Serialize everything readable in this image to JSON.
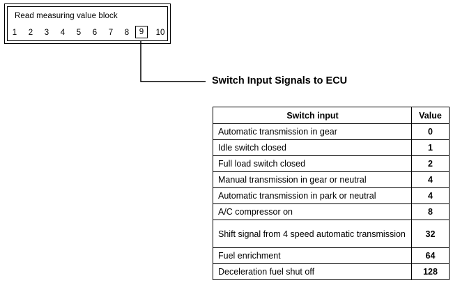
{
  "display": {
    "title": "Read measuring value block",
    "block_numbers": [
      "1",
      "2",
      "3",
      "4",
      "5",
      "6",
      "7",
      "8",
      "9",
      "10"
    ],
    "selected": "9"
  },
  "callout": {
    "title": "Switch Input Signals to ECU"
  },
  "table": {
    "headers": {
      "input": "Switch input",
      "value": "Value"
    },
    "rows": [
      {
        "input": "Automatic transmission in gear",
        "value": "0"
      },
      {
        "input": "Idle switch closed",
        "value": "1"
      },
      {
        "input": "Full load switch closed",
        "value": "2"
      },
      {
        "input": "Manual transmission in gear or neutral",
        "value": "4"
      },
      {
        "input": "Automatic transmission in park or neutral",
        "value": "4"
      },
      {
        "input": "A/C compressor on",
        "value": "8"
      },
      {
        "input": "Shift signal from 4 speed automatic transmission",
        "value": "32"
      },
      {
        "input": "Fuel enrichment",
        "value": "64"
      },
      {
        "input": "Deceleration fuel shut off",
        "value": "128"
      }
    ]
  }
}
